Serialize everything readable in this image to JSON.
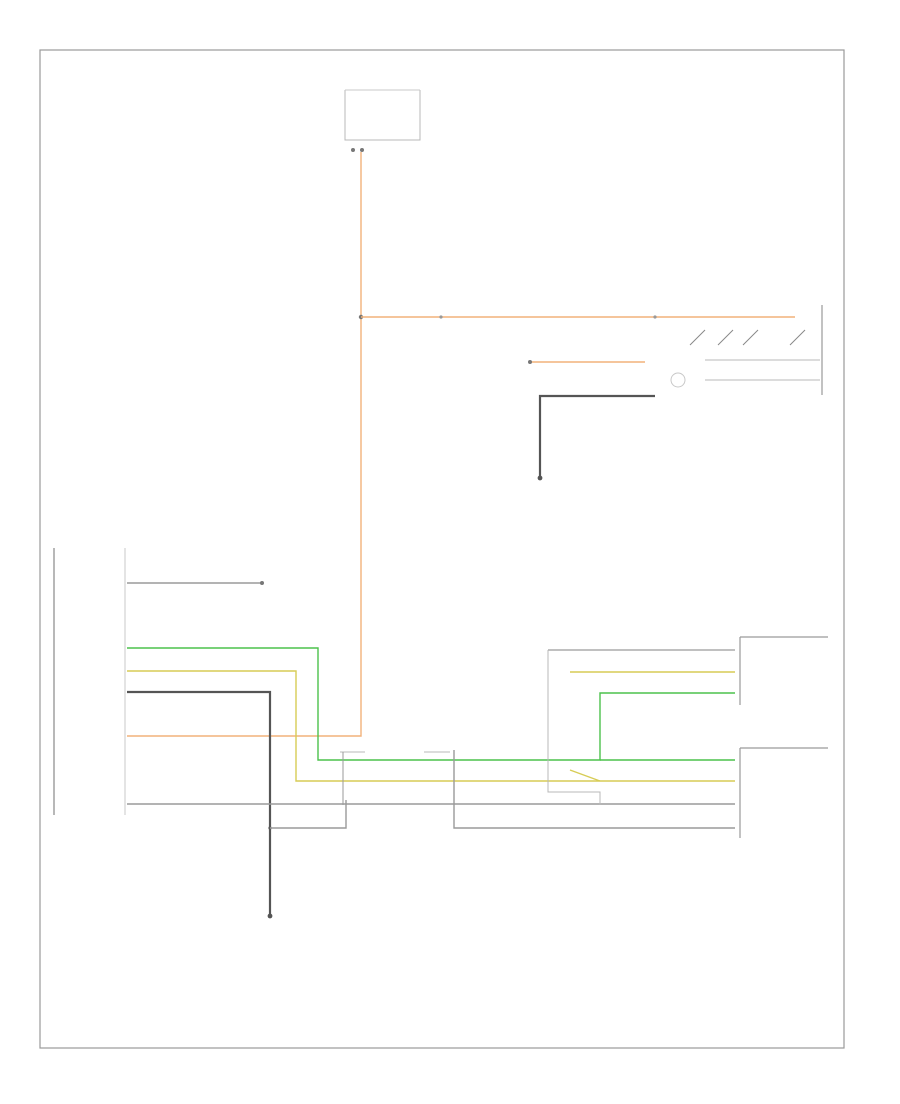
{
  "diagram": {
    "title": "",
    "footer_code": "",
    "page_ref": "",
    "colors": {
      "orange": "#f2b27a",
      "green": "#4cc24c",
      "yellow": "#d7cc55",
      "dark": "#555555",
      "gray": "#9a9a9a",
      "frame": "#9a9a9a"
    },
    "components": [
      {
        "id": "fuse-block",
        "label": ""
      },
      {
        "id": "clock-spring",
        "label": ""
      },
      {
        "id": "steering-module",
        "label": ""
      },
      {
        "id": "cruise-switch-module",
        "label": ""
      },
      {
        "id": "ground-upper",
        "label": ""
      },
      {
        "id": "ground-lower",
        "label": ""
      }
    ],
    "wires": [
      {
        "id": "feed",
        "color": "orange"
      },
      {
        "id": "switch-feed",
        "color": "orange"
      },
      {
        "id": "can-high",
        "color": "green"
      },
      {
        "id": "can-low",
        "color": "yellow"
      },
      {
        "id": "signal-return",
        "color": "dark"
      },
      {
        "id": "module-ground",
        "color": "gray"
      }
    ]
  }
}
